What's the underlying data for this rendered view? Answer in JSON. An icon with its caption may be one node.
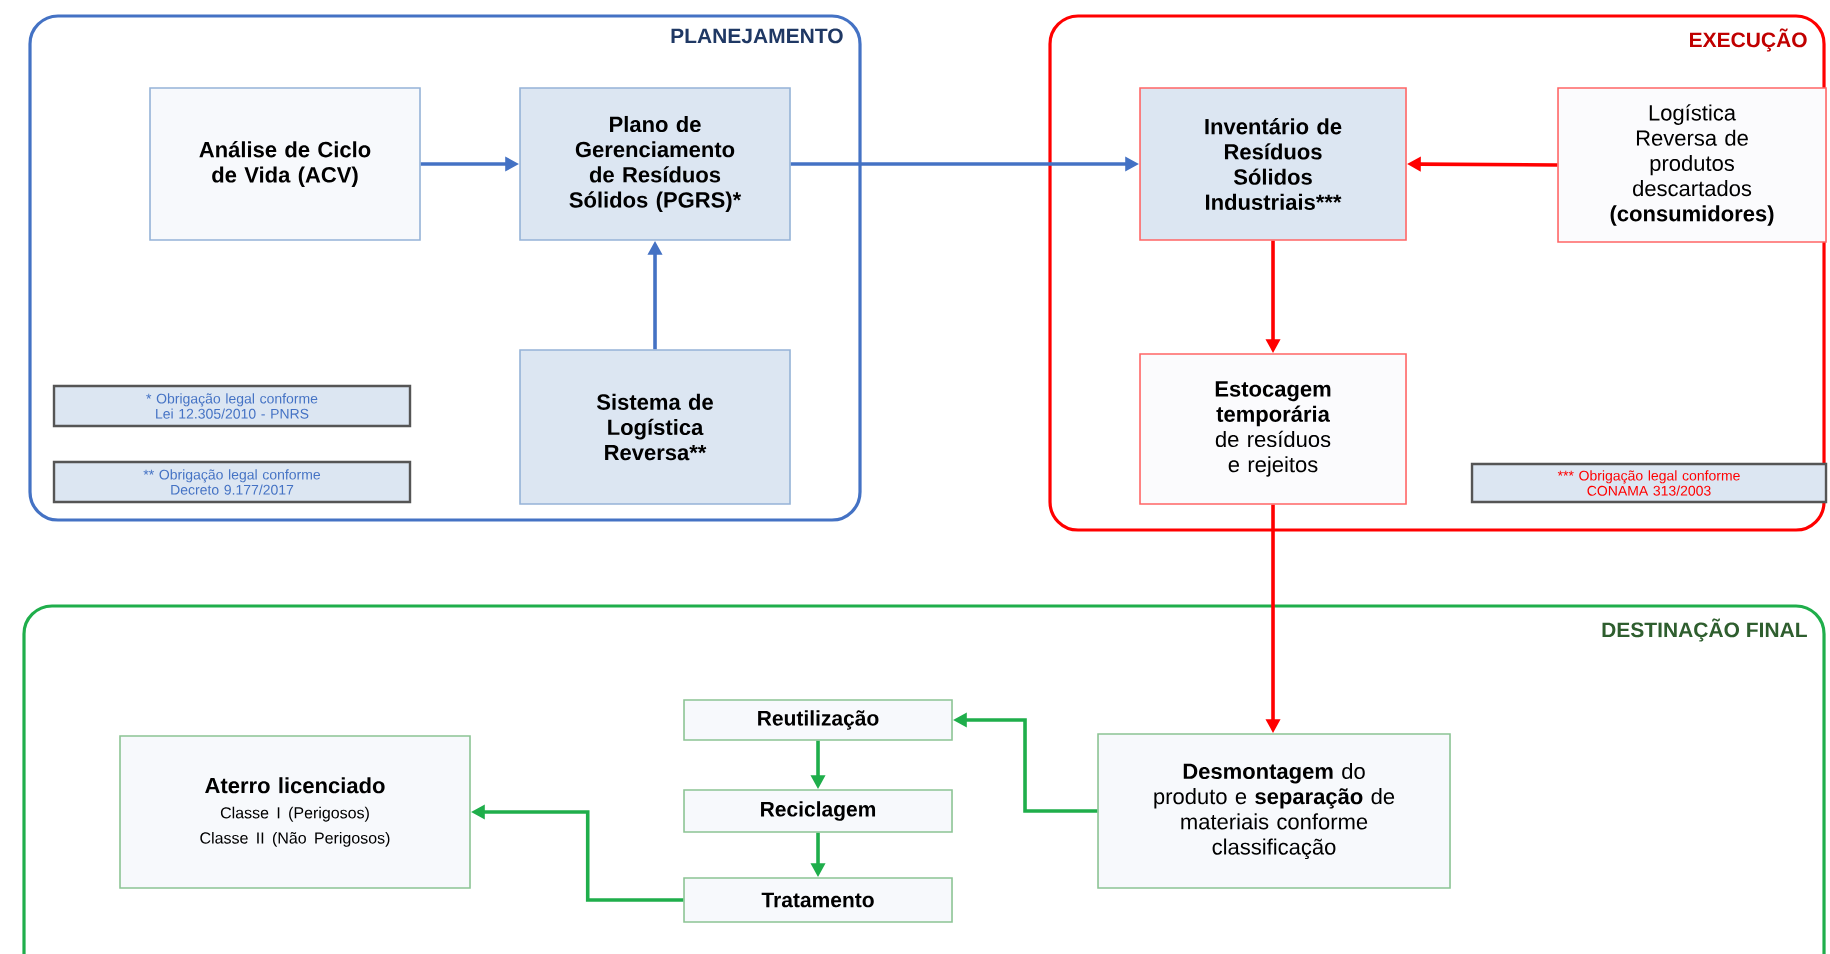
{
  "diagram": {
    "nodes": [
      {
        "text": [
          "PLANEJAMENTO"
        ]
      },
      {
        "text": [
          "Análise de Ciclo de Vida (ACV)"
        ],
        "in": 0
      },
      {
        "text": [
          "Plano de Gerenciamento de Resíduos Sólidos (PGRS)*"
        ],
        "in": 0
      },
      {
        "text": [
          "Sistema de Logística Reversa**"
        ],
        "in": 0
      },
      {
        "text": [
          "* Obrigação legal conforme Lei 12.305/2010 - PNRS"
        ],
        "in": 0
      },
      {
        "text": [
          "** Obrigação legal conforme Decreto 9.177/2017"
        ],
        "in": 0
      },
      {
        "text": [
          "EXECUÇÃO"
        ]
      },
      {
        "text": [
          "Inventário de Resíduos Sólidos Industriais***"
        ],
        "in": 6
      },
      {
        "text": [
          "Logística Reversa de produtos descartados **(consumidores)**"
        ],
        "in": 6
      },
      {
        "text": [
          "**Estocagem temporária** de resíduos e rejeitos"
        ],
        "in": 6
      },
      {
        "text": [
          "*** Obrigação legal conforme CONAMA 313/2003"
        ],
        "in": 6
      },
      {
        "text": [
          "DESTINAÇÃO FINAL"
        ]
      },
      {
        "text": [
          "Reutilização"
        ],
        "in": 11
      },
      {
        "text": [
          "Reciclagem"
        ],
        "in": 11
      },
      {
        "text": [
          "Tratamento"
        ],
        "in": 11
      },
      {
        "text": [
          "Aterro licenciado",
          "Classe I (Perigosos)",
          "Classe II (Não Perigosos)"
        ],
        "in": 11
      },
      {
        "text": [
          "**Desmontagem** do produto e **separação** de materiais conforme classificação"
        ],
        "in": 11
      }
    ],
    "edges": [
      {
        "from": 1,
        "to": 2,
        "arrow": "to",
        "color": "#4472c4"
      },
      {
        "from": 3,
        "to": 2,
        "arrow": "to",
        "color": "#4472c4"
      },
      {
        "from": 2,
        "to": 7,
        "arrow": "to",
        "color": "#4472c4"
      },
      {
        "from": 8,
        "to": 7,
        "arrow": "to",
        "color": "#ff0000"
      },
      {
        "from": 7,
        "to": 9,
        "arrow": "to",
        "color": "#ff0000"
      },
      {
        "from": 9,
        "to": 16,
        "arrow": "to",
        "color": "#ff0000"
      },
      {
        "from": 16,
        "to": 12,
        "arrow": "to",
        "color": "#1fae4b"
      },
      {
        "from": 12,
        "to": 13,
        "arrow": "to",
        "color": "#1fae4b"
      },
      {
        "from": 13,
        "to": 14,
        "arrow": "to",
        "color": "#1fae4b"
      },
      {
        "from": 14,
        "to": 15,
        "arrow": "to",
        "color": "#1fae4b"
      }
    ]
  }
}
